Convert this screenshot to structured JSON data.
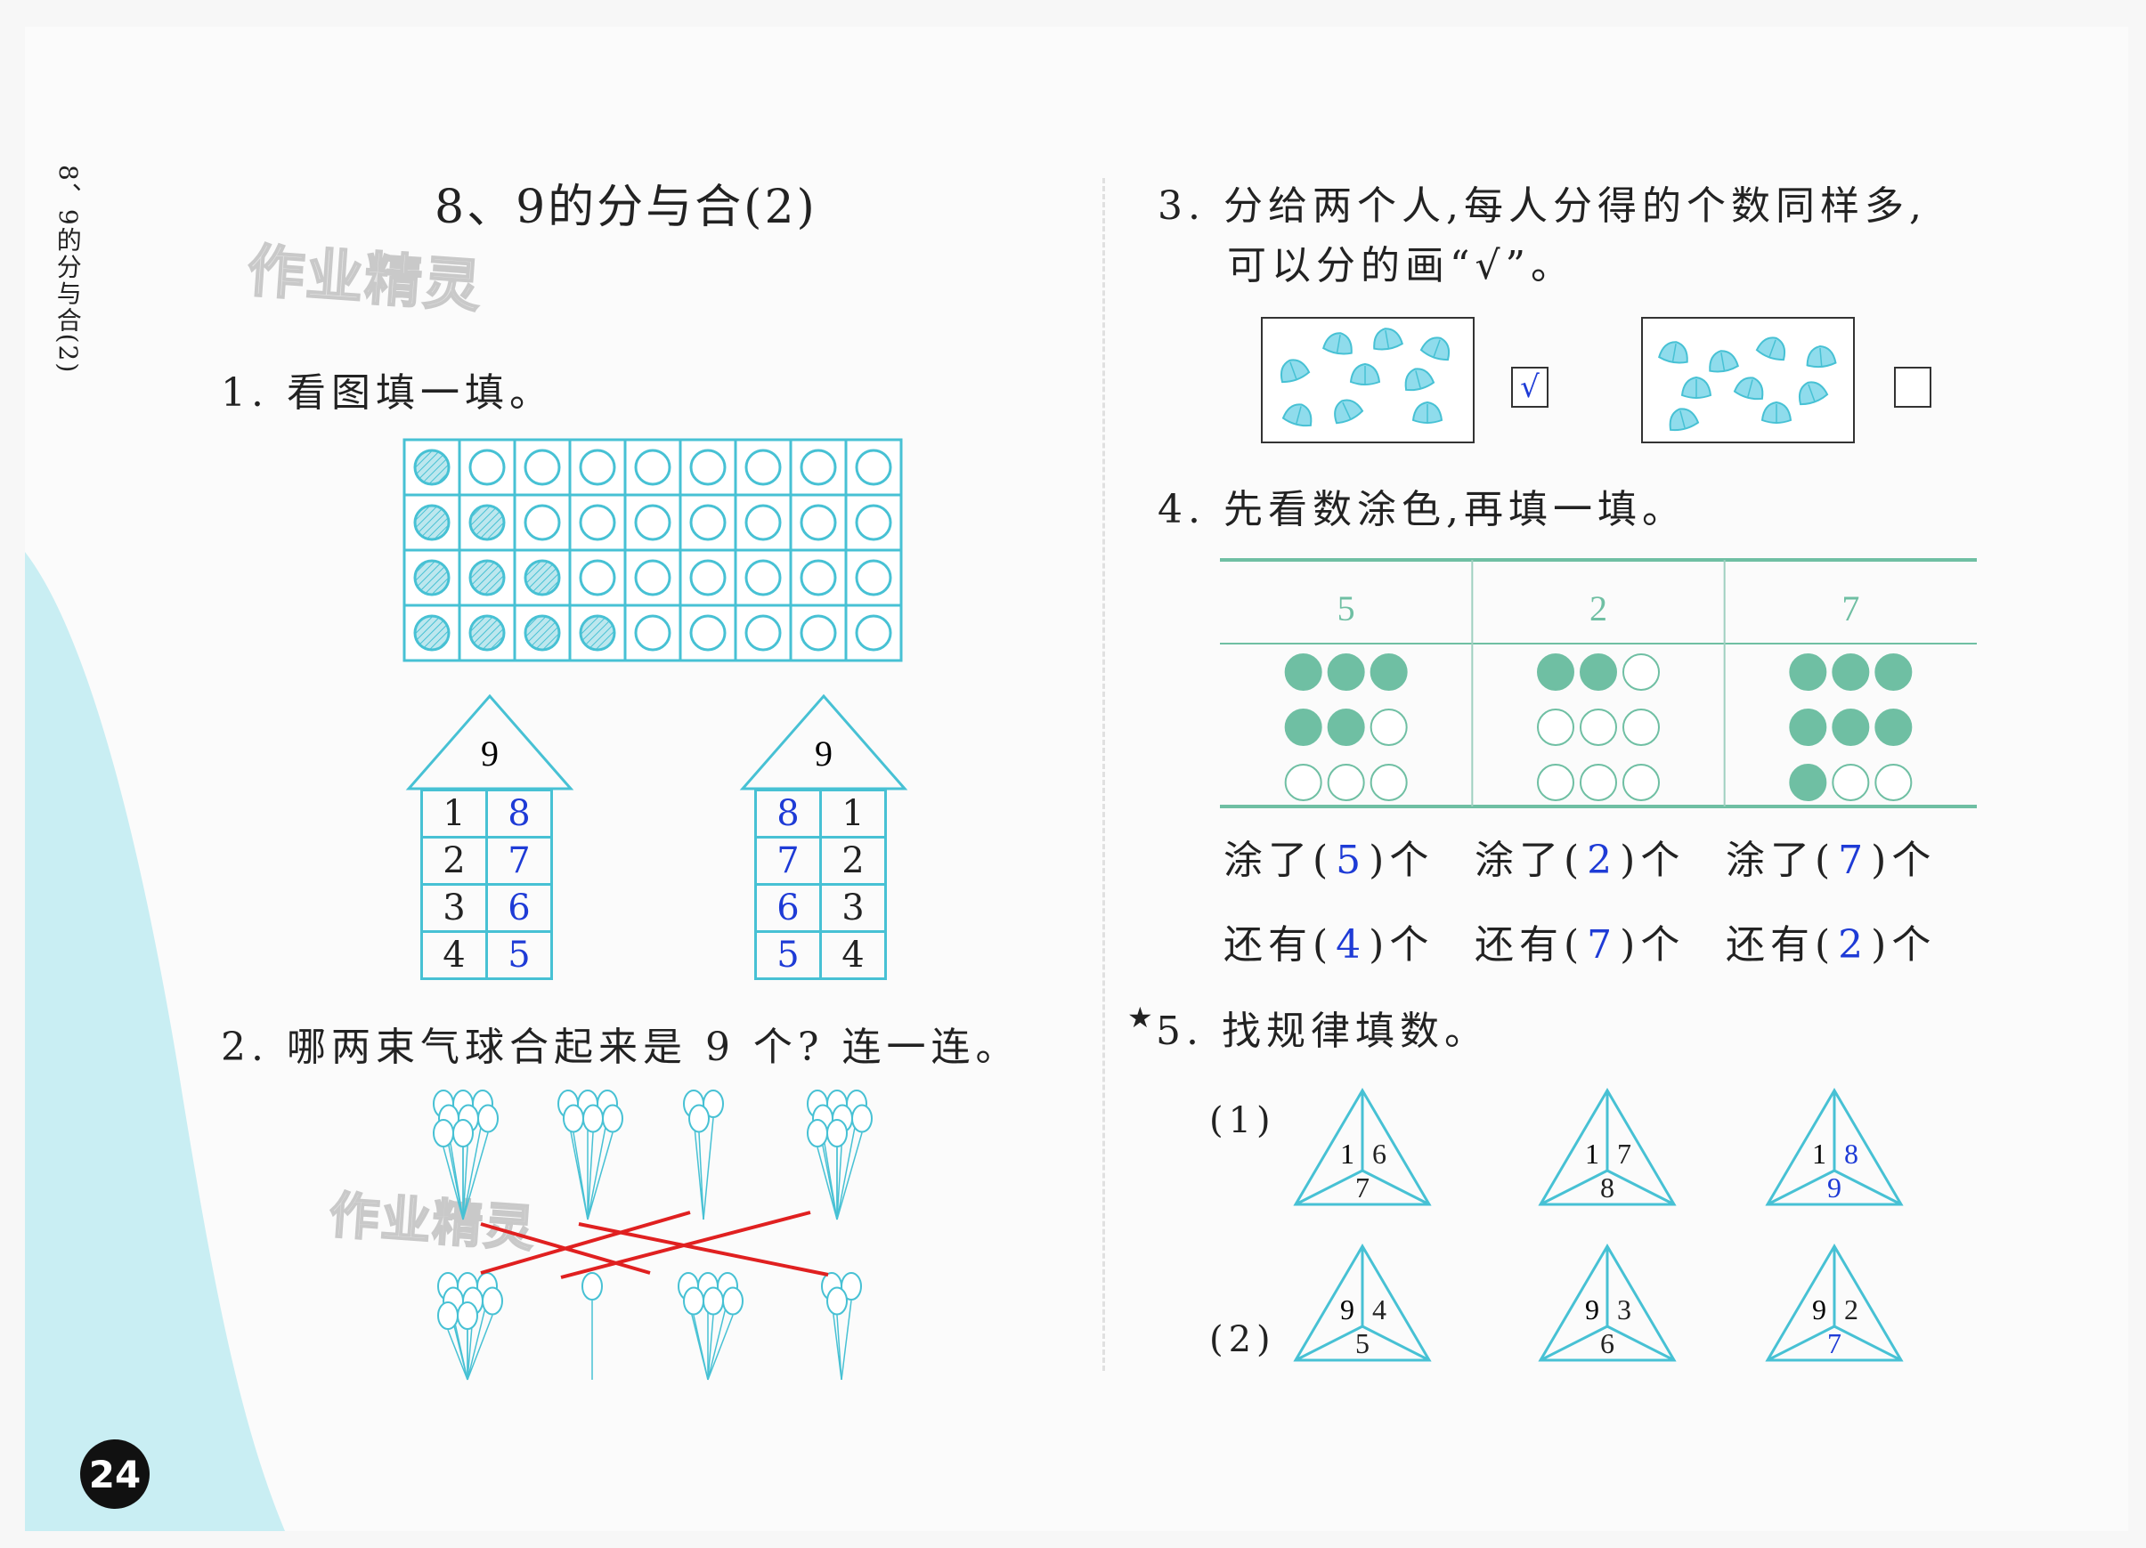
{
  "section_title": "8、9的分与合(2)",
  "side_title": "8、9的分与合(2)",
  "watermark": "作业精灵",
  "page_number": "24",
  "colors": {
    "cyan": "#47c1d4",
    "filled_dot": "#6fbfa3",
    "answer_blue": "#1e3bd6",
    "red_line": "#e02020"
  },
  "q1": {
    "label": "1. 看图填一填。",
    "grid_filled_counts": [
      1,
      2,
      3,
      4
    ],
    "grid_columns": 9,
    "house_left": {
      "top": "9",
      "rows": [
        [
          "1",
          "8"
        ],
        [
          "2",
          "7"
        ],
        [
          "3",
          "6"
        ],
        [
          "4",
          "5"
        ]
      ]
    },
    "house_right": {
      "top": "9",
      "rows": [
        [
          "8",
          "1"
        ],
        [
          "7",
          "2"
        ],
        [
          "6",
          "3"
        ],
        [
          "5",
          "4"
        ]
      ]
    }
  },
  "q2": {
    "label": "2. 哪两束气球合起来是 9 个? 连一连。",
    "top_bunches": [
      8,
      6,
      3,
      8
    ],
    "bottom_bunches": [
      8,
      1,
      6,
      3
    ]
  },
  "q3": {
    "label_line1": "3. 分给两个人,每人分得的个数同样多,",
    "label_line2": "可以分的画“√”。",
    "choice1_mark": "√",
    "choice2_mark": ""
  },
  "q4": {
    "label": "4. 先看数涂色,再填一填。",
    "headers": [
      "5",
      "2",
      "7"
    ],
    "filled": [
      5,
      2,
      7
    ],
    "painted_text": [
      "涂了(",
      ")个"
    ],
    "remain_text": [
      "还有(",
      ")个"
    ],
    "painted": [
      "5",
      "2",
      "7"
    ],
    "remaining": [
      "4",
      "7",
      "2"
    ]
  },
  "q5": {
    "star": "★",
    "label": "5. 找规律填数。",
    "row1_label": "(1)",
    "row2_label": "(2)",
    "row1": [
      {
        "a": "1",
        "b": "6",
        "c": "7"
      },
      {
        "a": "1",
        "b": "7",
        "c": "8"
      },
      {
        "a": "1",
        "b": "8",
        "c": "9"
      }
    ],
    "row2": [
      {
        "a": "9",
        "b": "4",
        "c": "5"
      },
      {
        "a": "9",
        "b": "3",
        "c": "6"
      },
      {
        "a": "9",
        "b": "2",
        "c": "7"
      }
    ]
  }
}
